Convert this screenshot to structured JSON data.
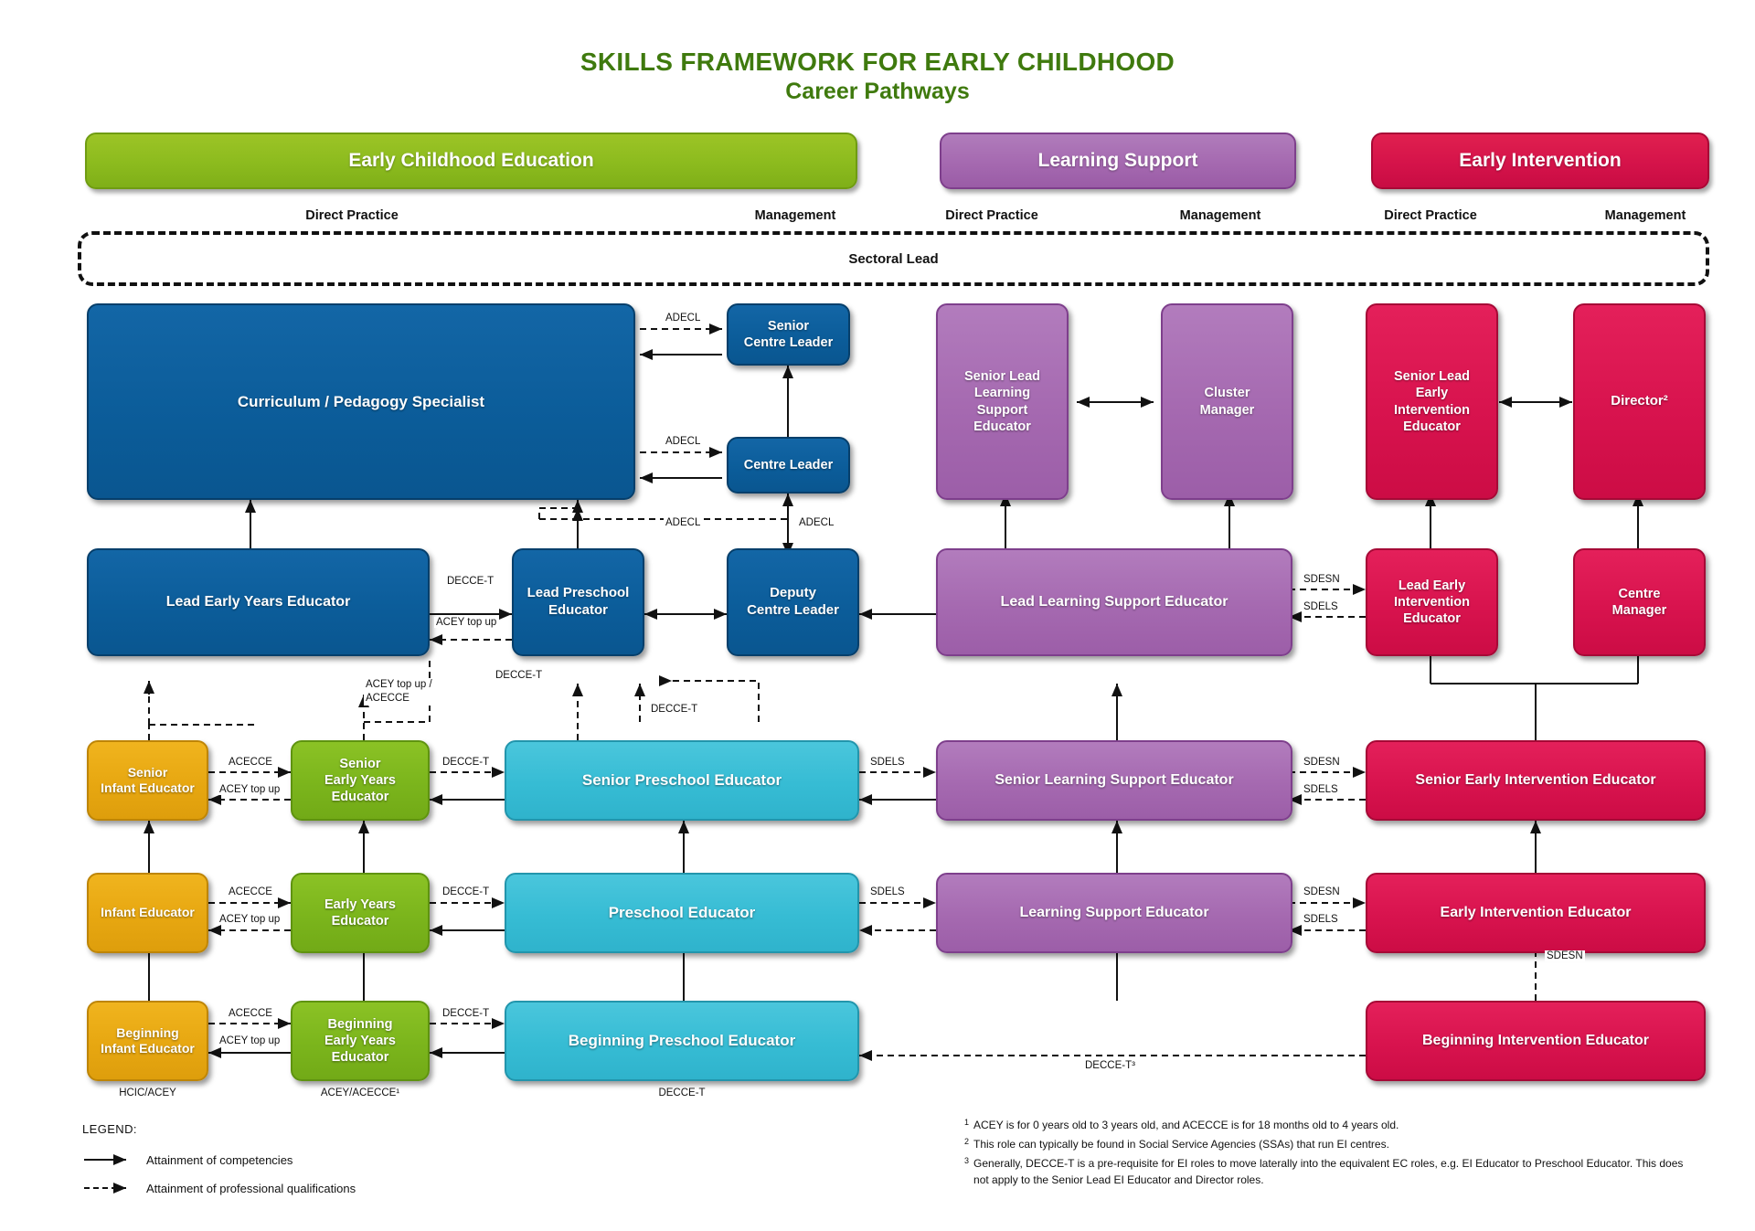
{
  "title": {
    "line1": "SKILLS FRAMEWORK FOR EARLY CHILDHOOD",
    "line2": "Career Pathways",
    "color": "#3F7A0E"
  },
  "columns": [
    {
      "name": "Early Childhood Education",
      "color": "#8CBB1E",
      "tracks": [
        "Direct Practice",
        "Management"
      ]
    },
    {
      "name": "Learning Support",
      "color": "#A569B0",
      "tracks": [
        "Direct Practice",
        "Management"
      ]
    },
    {
      "name": "Early Intervention",
      "color": "#D8134E",
      "tracks": [
        "Direct Practice",
        "Management"
      ]
    }
  ],
  "sectoral_lead": "Sectoral Lead",
  "roles": {
    "curriculum_specialist": "Curriculum / Pedagogy Specialist",
    "senior_centre_leader": "Senior\nCentre Leader",
    "centre_leader": "Centre Leader",
    "lead_early_years": "Lead Early Years Educator",
    "lead_preschool": "Lead Preschool\nEducator",
    "deputy_centre_leader": "Deputy\nCentre Leader",
    "senior_infant": "Senior\nInfant Educator",
    "senior_early_years": "Senior\nEarly Years\nEducator",
    "senior_preschool": "Senior Preschool Educator",
    "infant": "Infant Educator",
    "early_years": "Early Years\nEducator",
    "preschool": "Preschool Educator",
    "beginning_infant": "Beginning\nInfant Educator",
    "beginning_early_years": "Beginning\nEarly Years\nEducator",
    "beginning_preschool": "Beginning Preschool Educator",
    "senior_lead_ls": "Senior Lead\nLearning\nSupport\nEducator",
    "cluster_manager": "Cluster\nManager",
    "lead_ls": "Lead Learning Support Educator",
    "senior_ls": "Senior Learning Support Educator",
    "ls_educator": "Learning Support Educator",
    "senior_lead_ei": "Senior Lead\nEarly\nIntervention\nEducator",
    "director": "Director²",
    "lead_ei": "Lead Early\nIntervention\nEducator",
    "centre_manager": "Centre\nManager",
    "senior_ei": "Senior Early Intervention Educator",
    "ei_educator": "Early Intervention Educator",
    "beginning_ei": "Beginning Intervention Educator"
  },
  "edge_labels": {
    "adecl_1": "ADECL",
    "adecl_2": "ADECL",
    "adecl_3": "ADECL",
    "adecl_4": "ADECL",
    "decce_t_lpe": "DECCE-T",
    "acey_top_up_lpe": "ACEY top up",
    "decce_t_lp_down": "DECCE-T",
    "acey_acecce_up": "ACEY top up /\nACECCE",
    "decce_t_spe_up": "DECCE-T",
    "acecce_senior": "ACECCE",
    "acey_senior": "ACEY top up",
    "decce_t_senior": "DECCE-T",
    "acecce_mid": "ACECCE",
    "acey_mid": "ACEY top up",
    "decce_t_mid": "DECCE-T",
    "acecce_beg": "ACECCE",
    "acey_beg": "ACEY top up",
    "decce_t_beg": "DECCE-T",
    "sdels_senior_pre": "SDELS",
    "sdels_preschool": "SDELS",
    "sdesn_lead": "SDESN",
    "sdels_lead": "SDELS",
    "sdesn_senior": "SDESN",
    "sdels_senior": "SDELS",
    "sdesn_mid": "SDESN",
    "sdels_mid": "SDELS",
    "sdesn_beg": "SDESN",
    "decce_t_beg_ei": "DECCE-T³"
  },
  "qualifications": {
    "infant": "HCIC/ACEY",
    "early_years": "ACEY/ACECCE¹",
    "preschool": "DECCE-T"
  },
  "legend": {
    "title": "LEGEND:",
    "items": [
      {
        "style": "solid",
        "label": "Attainment of competencies"
      },
      {
        "style": "dashed",
        "label": "Attainment of professional qualifications"
      }
    ]
  },
  "footnotes": [
    {
      "marker": "1",
      "text": "ACEY is for 0 years old to 3 years old, and ACECCE is for 18 months old to 4 years old."
    },
    {
      "marker": "2",
      "text": "This role can typically be found in Social Service Agencies (SSAs) that run EI centres."
    },
    {
      "marker": "3",
      "text": "Generally, DECCE-T is a pre-requisite for EI roles to move laterally into the equivalent EC roles, e.g. EI Educator to Preschool Educator. This does not apply to the Senior Lead EI Educator and Director roles."
    }
  ]
}
